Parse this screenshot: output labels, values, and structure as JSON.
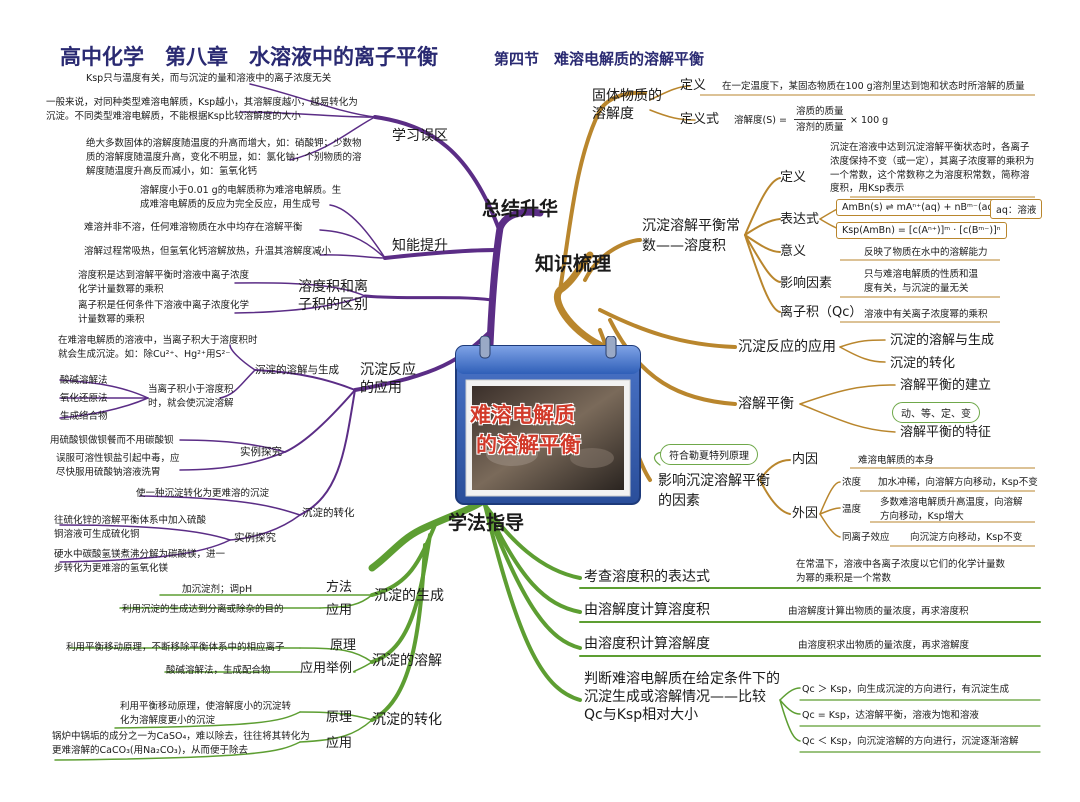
{
  "title": "高中化学　第八章　水溶液中的离子平衡",
  "subtitle": "第四节　难溶电解质的溶解平衡",
  "center": {
    "line1": "难溶电解质",
    "line2": "的溶解平衡"
  },
  "branches": {
    "summary": "总结升华",
    "knowledge": "知识梳理",
    "method": "学法指导"
  },
  "summary": {
    "misconceptions": {
      "label": "学习误区",
      "items": [
        "Ksp只与温度有关，而与沉淀的量和溶液中的离子浓度无关",
        "一般来说，对同种类型难溶电解质，Ksp越小，其溶解度越小，越易转化为沉淀。不同类型难溶电解质，不能根据Ksp比较溶解度的大小",
        "绝大多数固体的溶解度随温度的升高而增大，如：硝酸钾；少数物质的溶解度随温度升高，变化不明显，如：氯化钠；个别物质的溶解度随温度升高反而减小，如：氢氧化钙"
      ]
    },
    "ability": {
      "label": "知能提升",
      "items": [
        "溶解度小于0.01 g的电解质称为难溶电解质。生成难溶电解质的反应为完全反应，用生成号",
        "难溶并非不溶，任何难溶物质在水中均存在溶解平衡",
        "溶解过程常吸热，但氢氧化钙溶解放热，升温其溶解度减小"
      ],
      "ksp_vs_qc": {
        "label": "溶度积和离子积的区别",
        "items": [
          "溶度积是达到溶解平衡时溶液中离子浓度化学计量数幂的乘积",
          "离子积是任何条件下溶液中离子浓度化学计量数幂的乘积"
        ]
      }
    },
    "precip_app": {
      "label": "沉淀反应的应用",
      "dissolve": {
        "label": "沉淀的溶解与生成",
        "note1": "在难溶电解质的溶液中，当离子积大于溶度积时就会生成沉淀。如：除Cu²⁺、Hg²⁺用S²⁻",
        "note2": "当离子积小于溶度积时，就会使沉淀溶解",
        "methods": [
          "酸碱溶解法",
          "氧化还原法",
          "生成络合物"
        ],
        "case_label": "实例探究",
        "cases": [
          "用硫酸钡做钡餐而不用碳酸钡",
          "误服可溶性钡盐引起中毒，应尽快服用硫酸钠溶液洗胃"
        ]
      },
      "convert": {
        "label": "沉淀的转化",
        "note": "使一种沉淀转化为更难溶的沉淀",
        "case_label": "实例探究",
        "cases": [
          "往硫化锌的溶解平衡体系中加入硫酸铜溶液可生成硫化铜",
          "硬水中碳酸氢镁煮沸分解为碳酸镁，进一步转化为更难溶的氢氧化镁"
        ]
      }
    }
  },
  "knowledge": {
    "solubility": {
      "label": "固体物质的溶解度",
      "def_label": "定义",
      "def": "在一定温度下，某固态物质在100 g溶剂里达到饱和状态时所溶解的质量",
      "formula_label": "定义式",
      "formula_lhs": "溶解度(S) =",
      "formula_num": "溶质的质量",
      "formula_den": "溶剂的质量",
      "formula_rhs": "× 100 g"
    },
    "ksp": {
      "label": "沉淀溶解平衡常数——溶度积",
      "def_label": "定义",
      "def": "沉淀在溶液中达到沉淀溶解平衡状态时，各离子浓度保持不变（或一定），其离子浓度幂的乘积为一个常数，这个常数称之为溶度积常数，简称溶度积，用Ksp表示",
      "expr_label": "表达式",
      "expr1": "AmBn(s) ⇌ mAⁿ⁺(aq) + nBᵐ⁻(aq)",
      "expr1_note": "aq：溶液",
      "expr2": "Ksp(AmBn) = [c(Aⁿ⁺)]ᵐ · [c(Bᵐ⁻)]ⁿ",
      "meaning_label": "意义",
      "meaning": "反映了物质在水中的溶解能力",
      "factor_label": "影响因素",
      "factor": "只与难溶电解质的性质和温度有关，与沉淀的量无关",
      "qc_label": "离子积（Qc）",
      "qc": "溶液中有关离子浓度幂的乘积"
    },
    "precip_use": {
      "label": "沉淀反应的应用",
      "items": [
        "沉淀的溶解与生成",
        "沉淀的转化"
      ]
    },
    "equilibrium": {
      "label": "溶解平衡",
      "items": [
        "溶解平衡的建立",
        "溶解平衡的特征"
      ],
      "features": "动、等、定、变"
    },
    "factors": {
      "label": "影响沉淀溶解平衡的因素",
      "principle": "符合勒夏特列原理",
      "internal_label": "内因",
      "internal": "难溶电解质的本身",
      "external_label": "外因",
      "conc_label": "浓度",
      "conc": "加水冲稀，向溶解方向移动，Ksp不变",
      "temp_label": "温度",
      "temp": "多数难溶电解质升高温度，向溶解方向移动，Ksp增大",
      "ion_label": "同离子效应",
      "ion": "向沉淀方向移动，Ksp不变"
    }
  },
  "method": {
    "formation": {
      "label": "沉淀的生成",
      "way_label": "方法",
      "way": "加沉淀剂；调pH",
      "app_label": "应用",
      "app": "利用沉淀的生成达到分离或除杂的目的"
    },
    "dissolution": {
      "label": "沉淀的溶解",
      "principle_label": "原理",
      "principle": "利用平衡移动原理，不断移除平衡体系中的相应离子",
      "example_label": "应用举例",
      "example": "酸碱溶解法，生成配合物"
    },
    "conversion": {
      "label": "沉淀的转化",
      "principle_label": "原理",
      "principle": "利用平衡移动原理，使溶解度小的沉淀转化为溶解度更小的沉淀",
      "app_label": "应用",
      "app": "锅炉中锅垢的成分之一为CaSO₄，难以除去，往往将其转化为更难溶解的CaCO₃(用Na₂CO₃)，从而便于除去"
    },
    "ksp_expr": {
      "label": "考查溶度积的表达式",
      "note": "在常温下，溶液中各离子浓度以它们的化学计量数为幂的乘积是一个常数"
    },
    "sol_to_ksp": {
      "label": "由溶解度计算溶度积",
      "note": "由溶解度计算出物质的量浓度，再求溶度积"
    },
    "ksp_to_sol": {
      "label": "由溶度积计算溶解度",
      "note": "由溶度积求出物质的量浓度，再求溶解度"
    },
    "judge": {
      "label": "判断难溶电解质在给定条件下的沉淀生成或溶解情况——比较Qc与Ksp相对大小",
      "items": [
        "Qc ＞ Ksp，向生成沉淀的方向进行，有沉淀生成",
        "Qc = Ksp，达溶解平衡，溶液为饱和溶液",
        "Qc ＜ Ksp，向沉淀溶解的方向进行，沉淀逐渐溶解"
      ]
    }
  },
  "colors": {
    "purple": "#5b2d86",
    "gold": "#b9862d",
    "green": "#5d9e32",
    "title": "#2a2a72"
  }
}
